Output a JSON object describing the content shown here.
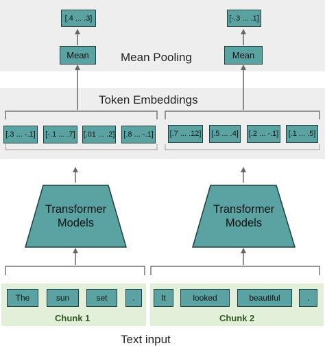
{
  "layers": {
    "mean_pooling": "Mean Pooling",
    "token_embeddings": "Token Embeddings",
    "text_input": "Text input"
  },
  "model": [
    "Transformer",
    "Models"
  ],
  "pooled_outputs": [
    "[.4 ... .3]",
    "[-.3 ... .1]"
  ],
  "mean_label": "Mean",
  "chunks": [
    {
      "name": "Chunk 1",
      "tokens": [
        "The",
        "sun",
        "set",
        "."
      ],
      "embeddings": [
        "[.3 ... -.1]",
        "[-.1 ... .7]",
        "[.01 ... .2]",
        "[.8 ... -.1]"
      ]
    },
    {
      "name": "Chunk 2",
      "tokens": [
        "It",
        "looked",
        "beautiful",
        "."
      ],
      "embeddings": [
        "[.7 ... .12]",
        "[.5 ... .4]",
        "[.2 ... -.1]",
        "[.1 ... .5]"
      ]
    }
  ],
  "colors": {
    "box_fill": "#5ba3a3",
    "box_border": "#1f3f3f",
    "band_gray": "#eeeeee",
    "band_green": "#e2efd9",
    "chunk_text": "#2f5b1f",
    "arrow": "#666666"
  }
}
